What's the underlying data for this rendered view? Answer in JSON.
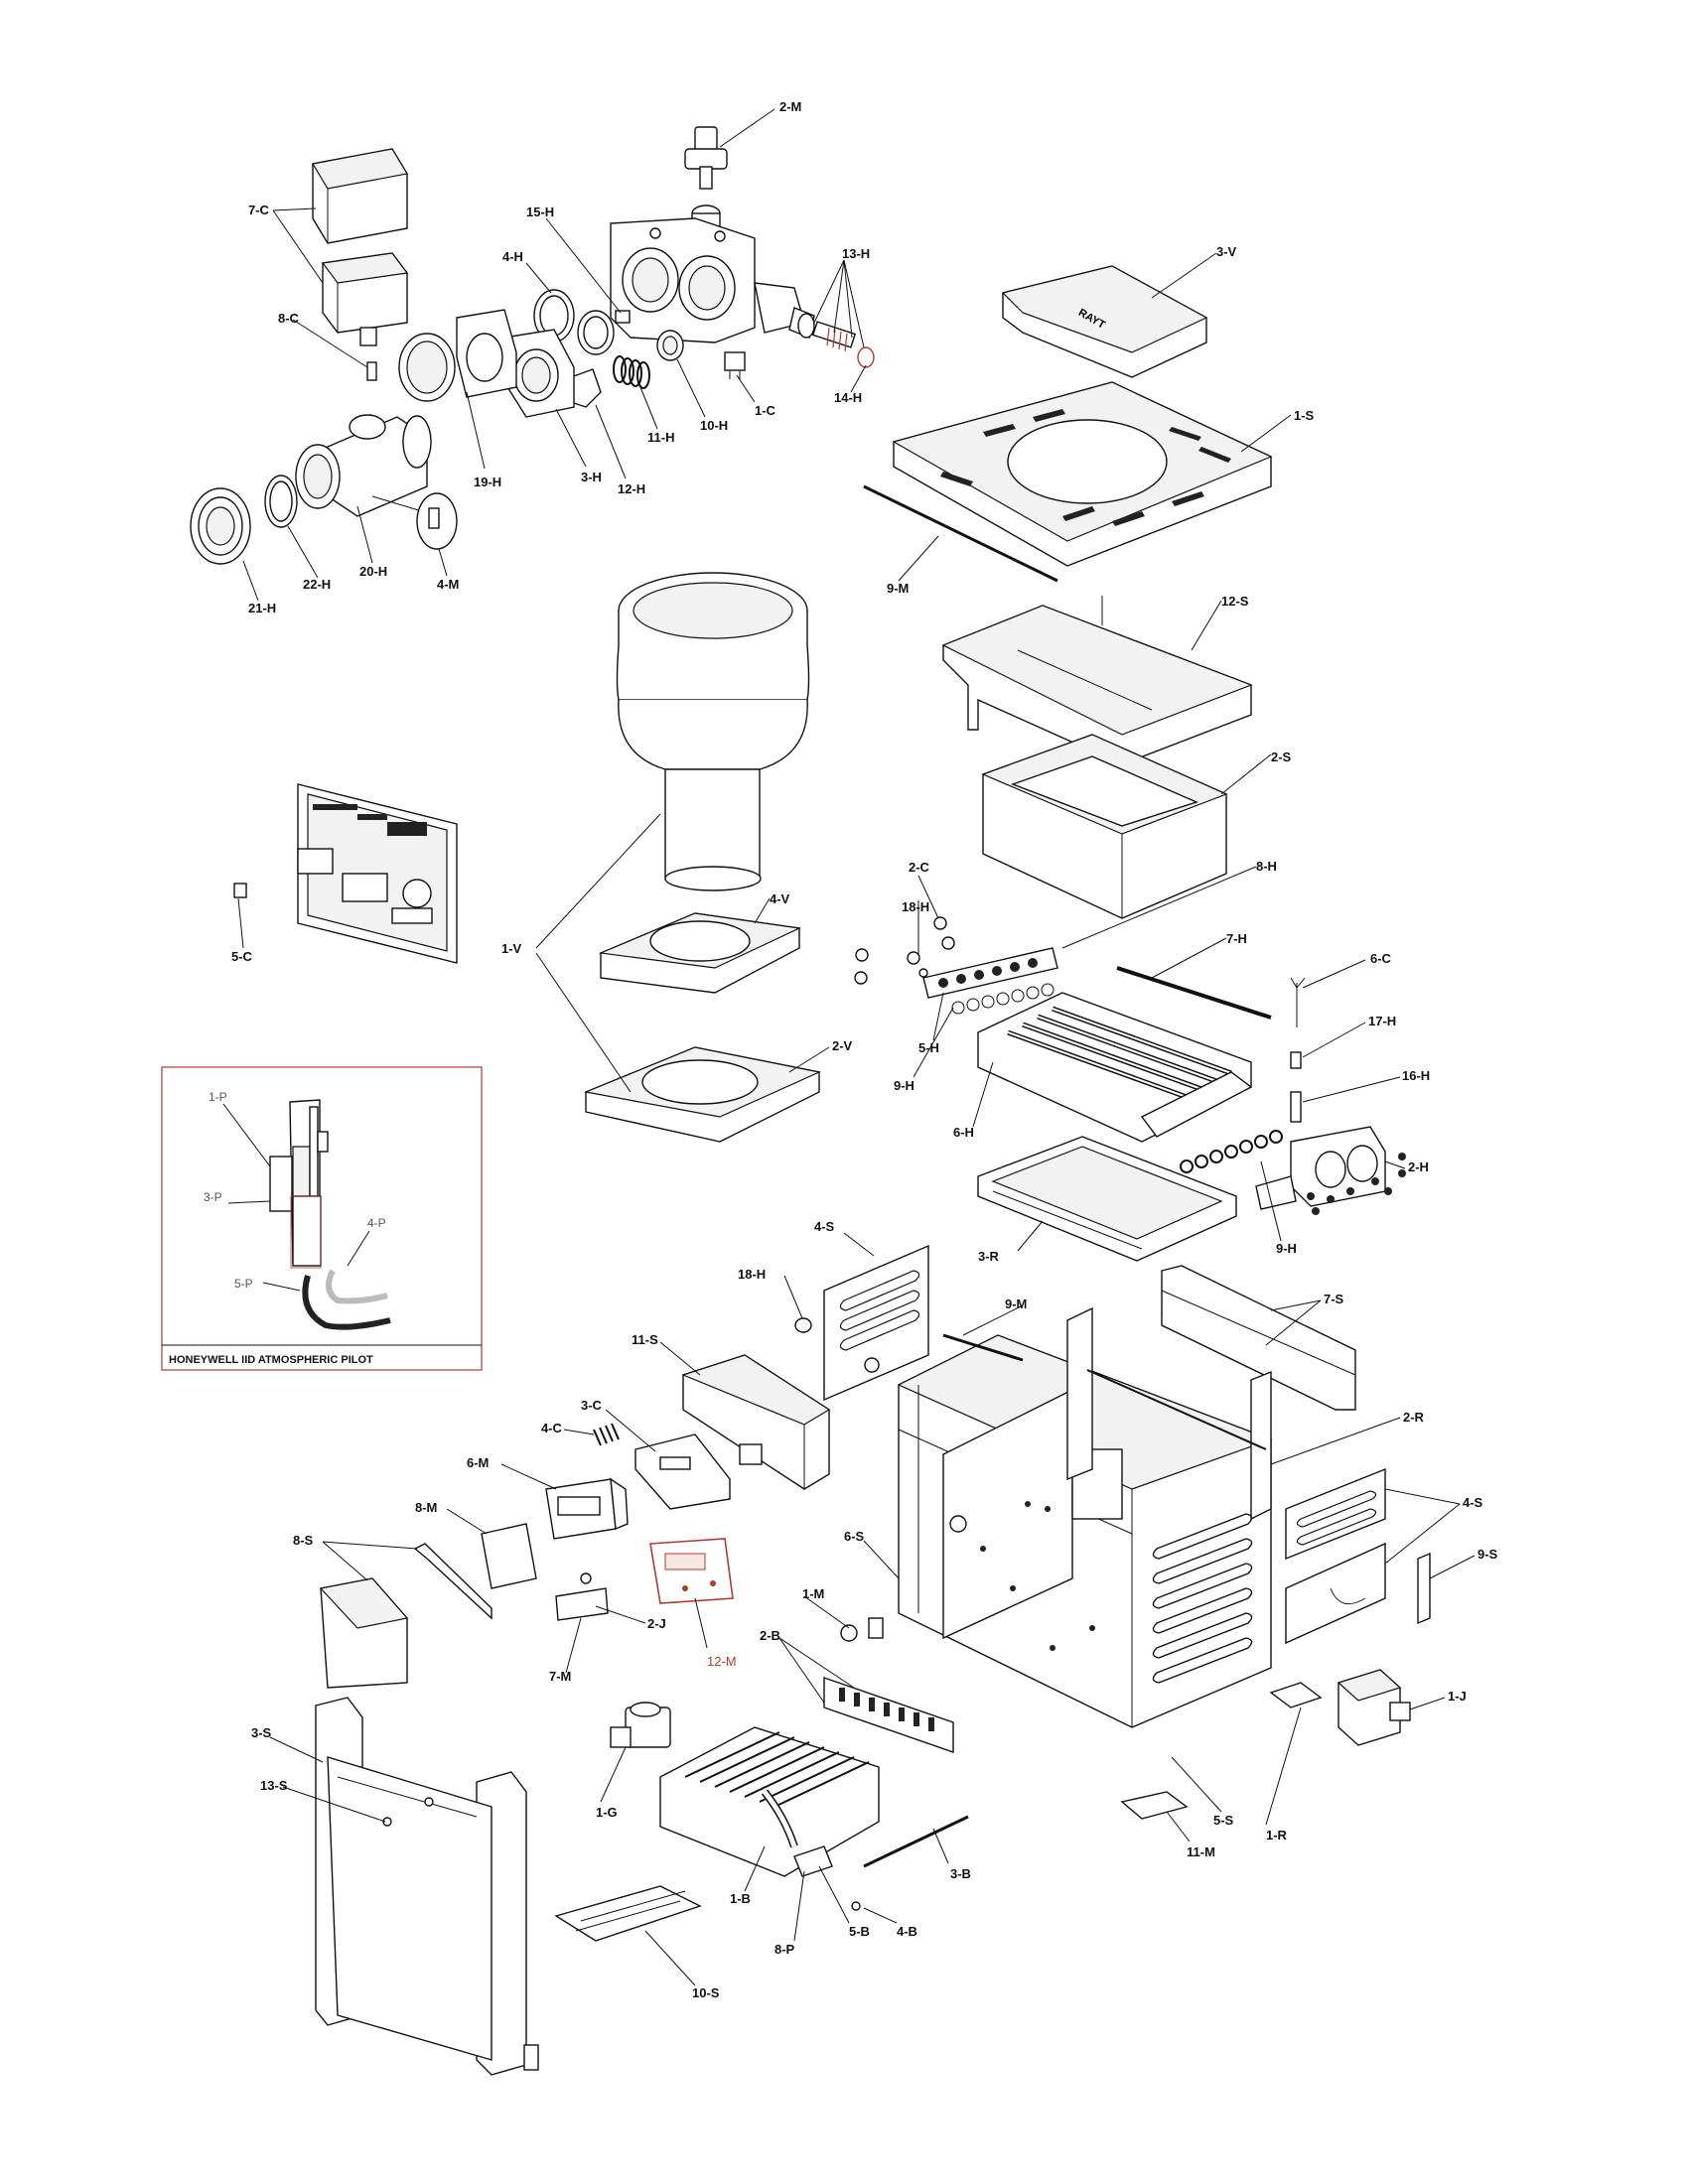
{
  "inset": {
    "title": "HONEYWELL IID ATMOSPHERIC PILOT",
    "labels": {
      "p1": "1-P",
      "p3": "3-P",
      "p4": "4-P",
      "p5": "5-P"
    }
  },
  "callouts": {
    "m2": "2-M",
    "c7": "7-C",
    "h15": "15-H",
    "h13": "13-H",
    "h4": "4-H",
    "c8": "8-C",
    "v3": "3-V",
    "c1": "1-C",
    "h14": "14-H",
    "h10": "10-H",
    "h11": "11-H",
    "s1": "1-S",
    "h19": "19-H",
    "h3": "3-H",
    "h12": "12-H",
    "h20": "20-H",
    "h22": "22-H",
    "m4": "4-M",
    "h21": "21-H",
    "m9": "9-M",
    "s12": "12-S",
    "s2": "2-S",
    "c5": "5-C",
    "h8": "8-H",
    "c2": "2-C",
    "h18": "18-H",
    "v4": "4-V",
    "h7": "7-H",
    "c6": "6-C",
    "v1": "1-V",
    "h5": "5-H",
    "h17": "17-H",
    "h9": "9-H",
    "h16": "16-H",
    "h6": "6-H",
    "v2": "2-V",
    "h2": "2-H",
    "h9b": "9-H",
    "r3": "3-R",
    "s4": "4-S",
    "h18b": "18-H",
    "m9b": "9-M",
    "s7": "7-S",
    "s11": "11-S",
    "r2": "2-R",
    "c3": "3-C",
    "c4": "4-C",
    "m6": "6-M",
    "s4b": "4-S",
    "m8": "8-M",
    "s8": "8-S",
    "s9": "9-S",
    "s6": "6-S",
    "j2": "2-J",
    "m1": "1-M",
    "b2": "2-B",
    "m7": "7-M",
    "m12": "12-M",
    "j1": "1-J",
    "s3": "3-S",
    "s13": "13-S",
    "g1": "1-G",
    "s5": "5-S",
    "r1": "1-R",
    "m11": "11-M",
    "b3": "3-B",
    "b1": "1-B",
    "b5": "5-B",
    "b4": "4-B",
    "p8": "8-P",
    "s10": "10-S"
  },
  "cover_marking": "RAYT",
  "colors": {
    "ink": "#111111",
    "highlight": "#b03a2e",
    "inset_border": "#b03a2e",
    "cable": "#222222",
    "cable_light": "#bbbbbb"
  }
}
